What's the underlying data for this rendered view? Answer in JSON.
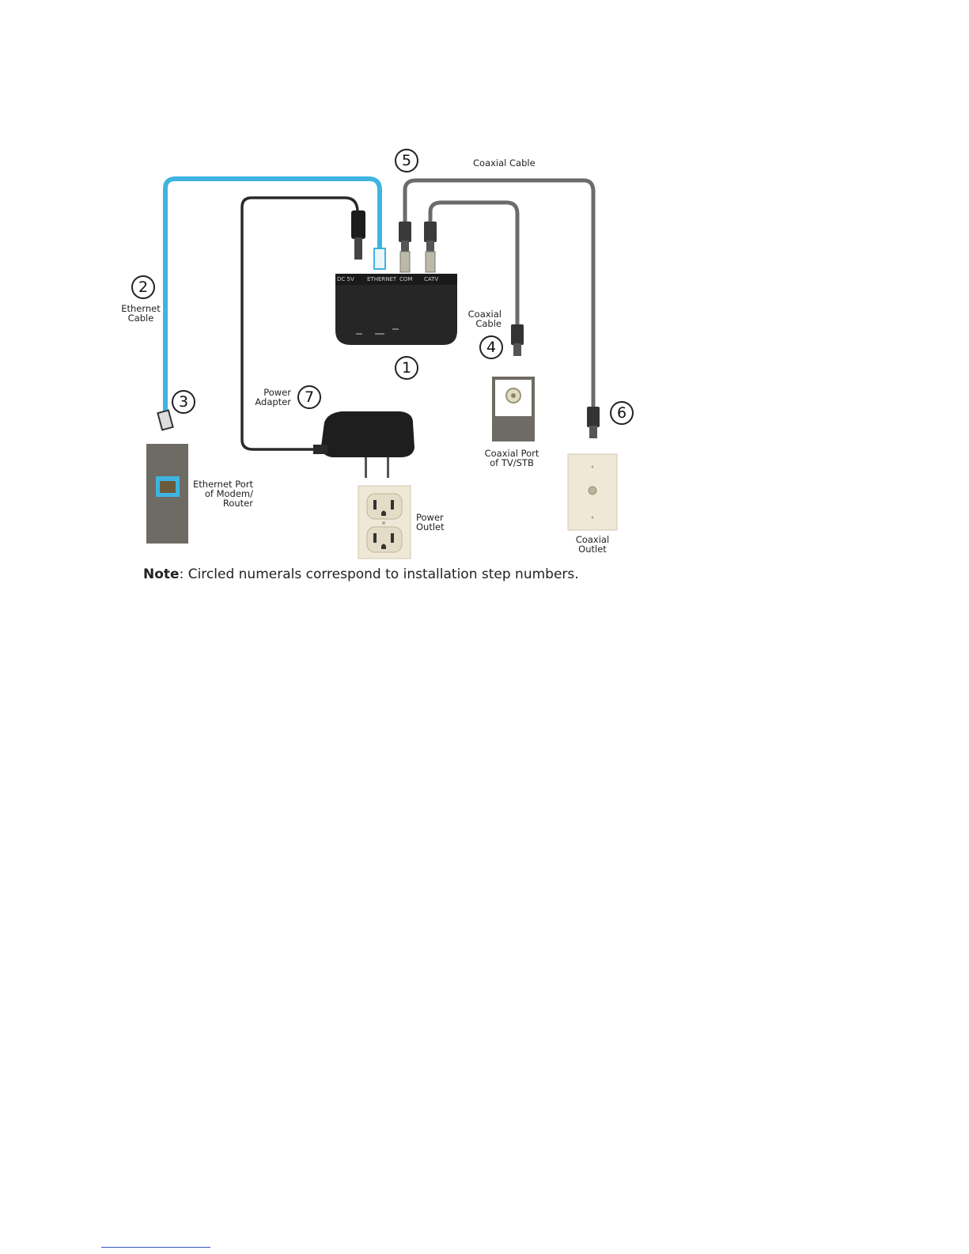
{
  "steps": [
    {
      "numeral": "1"
    },
    {
      "numeral": "2"
    },
    {
      "numeral": "3"
    },
    {
      "numeral": "4"
    },
    {
      "numeral": "5"
    },
    {
      "numeral": "6"
    },
    {
      "numeral": "7"
    }
  ],
  "labels": {
    "coaxial_cable_top": "Coaxial Cable",
    "ethernet_cable": "Ethernet\nCable",
    "coaxial_cable_right": "Coaxial\nCable",
    "power_adapter": "Power\nAdapter",
    "ethernet_port": "Ethernet Port\nof Modem/\nRouter",
    "coaxial_port_tv": "Coaxial Port\nof TV/STB",
    "power_outlet": "Power\nOutlet",
    "coaxial_outlet": "Coaxial\nOutlet"
  },
  "device_ports": {
    "dc": "DC 5V",
    "ethernet": "ETHERNET",
    "com": "COM",
    "catv": "CATV"
  },
  "note": {
    "prefix": "Note",
    "text": ": Circled numerals correspond to installation step numbers."
  },
  "colors": {
    "ethernet_cable": "#3fb4e0",
    "coax_cable": "#6b6b6b",
    "power_cable": "#2a2a2a",
    "device": "#262626",
    "wall_panel": "#6e6b64",
    "outlet": "#efe8d6"
  }
}
